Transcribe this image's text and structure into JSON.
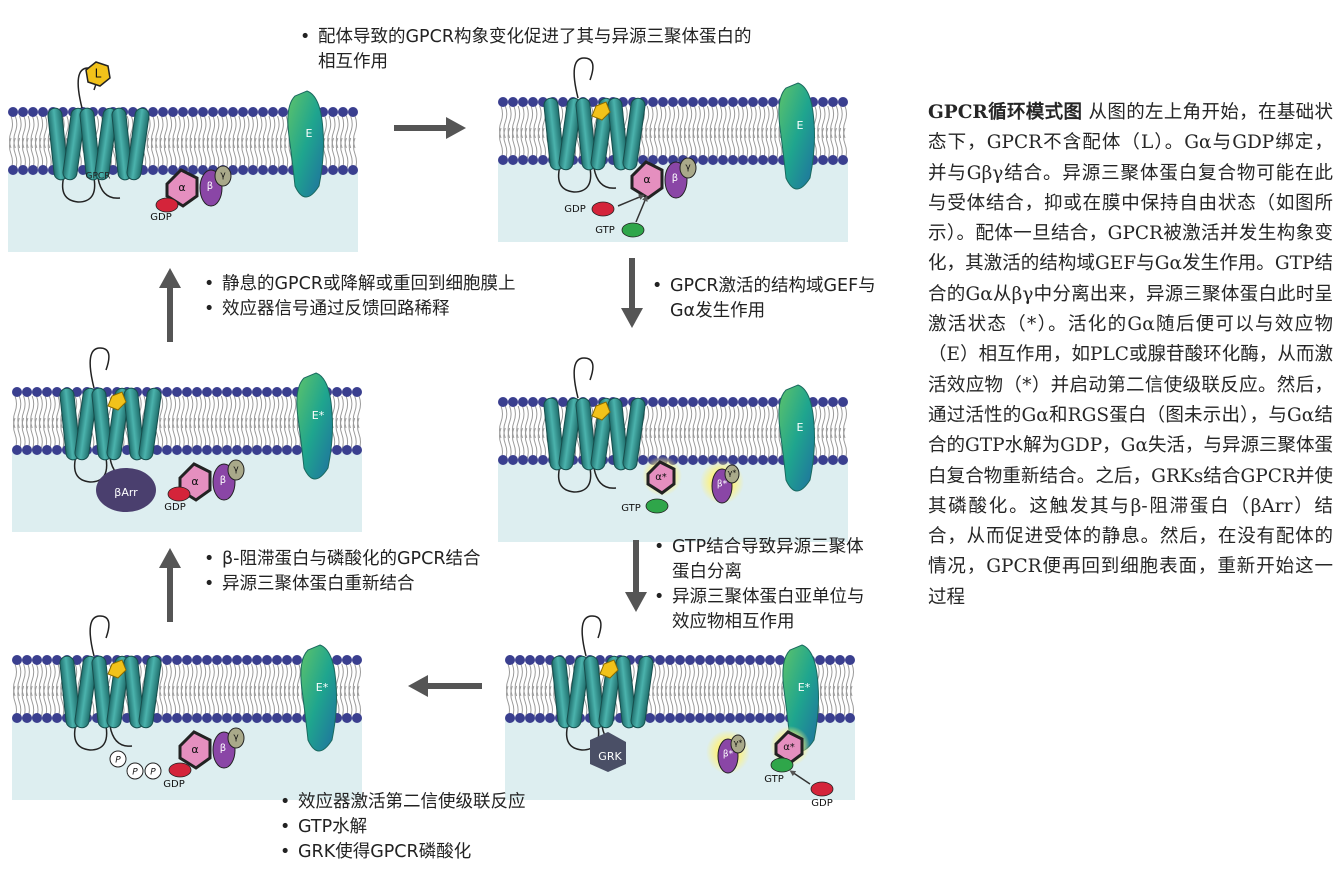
{
  "notes": {
    "top": [
      "配体导致的GPCR构象变化促进了其与异源三聚体蛋白的相互作用"
    ],
    "right1": [
      "GPCR激活的结构域GEF与Gα发生作用"
    ],
    "right2": [
      "GTP结合导致异源三聚体蛋白分离",
      "异源三聚体蛋白亚单位与效应物相互作用"
    ],
    "bottom": [
      "效应器激活第二信使级联反应",
      "GTP水解",
      "GRK使得GPCR磷酸化"
    ],
    "left2": [
      "β-阻滞蛋白与磷酸化的GPCR结合",
      "异源三聚体蛋白重新结合"
    ],
    "left1": [
      "静息的GPCR或降解或重回到细胞膜上",
      "效应器信号通过反馈回路稀释"
    ]
  },
  "labels": {
    "ligand": "L",
    "gpcr": "GPCR",
    "effector": "E",
    "effector_active": "E*",
    "alpha": "α",
    "alpha_active": "α*",
    "beta": "β",
    "beta_active": "β*",
    "gamma": "γ",
    "gamma_active": "γ*",
    "gdp": "GDP",
    "gtp": "GTP",
    "grk": "GRK",
    "barr": "βArr",
    "phospho": "P"
  },
  "caption": {
    "title": "GPCR循环模式图",
    "body": " 从图的左上角开始，在基础状态下，GPCR不含配体（L）。Gα与GDP绑定，并与Gβγ结合。异源三聚体蛋白复合物可能在此与受体结合，抑或在膜中保持自由状态（如图所示）。配体一旦结合，GPCR被激活并发生构象变化，其激活的结构域GEF与Gα发生作用。GTP结合的Gα从βγ中分离出来，异源三聚体蛋白此时呈激活状态（*）。活化的Gα随后便可以与效应物（E）相互作用，如PLC或腺苷酸环化酶，从而激活效应物（*）并启动第二信使级联反应。然后，通过活性的Gα和RGS蛋白（图未示出），与Gα结合的GTP水解为GDP，Gα失活，与异源三聚体蛋白复合物重新结合。之后，GRKs结合GPCR并使其磷酸化。这触发其与β-阻滞蛋白（βArr）结合，从而促进受体的静息。然后，在没有配体的情况，GPCR便再回到细胞表面，重新开始这一过程"
  },
  "colors": {
    "cytoplasm": "#ddeef0",
    "lipid_head": "#3a3f8f",
    "helix": "#2e8c8a",
    "effector": "#24a890",
    "ligand": "#f2c21a",
    "alpha": "#e58fbf",
    "beta": "#8a46a6",
    "gamma": "#a9a98a",
    "gdp": "#d4243a",
    "gtp": "#2fa64a",
    "arrow": "#555555",
    "grk": "#4a4f66",
    "barr": "#4a3f6e"
  }
}
